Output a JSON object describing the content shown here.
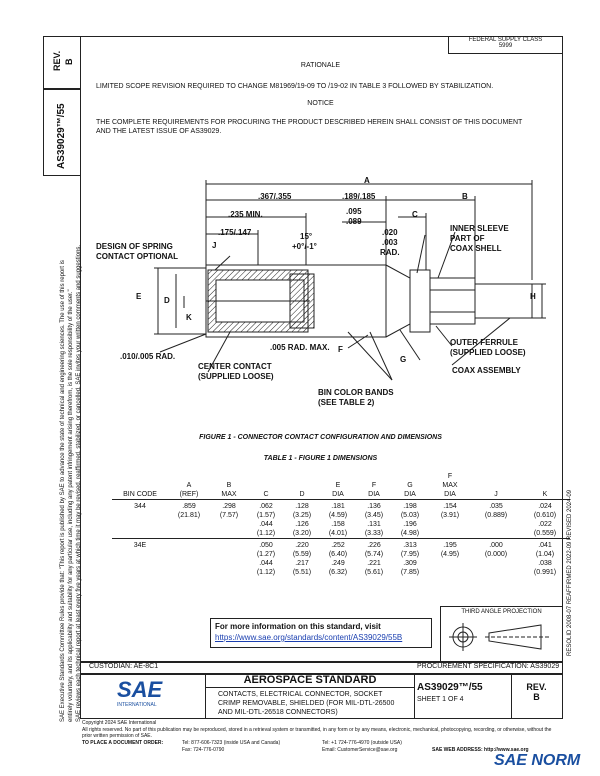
{
  "left_margin": {
    "line1": "SAE Executive Standards Committee Rules provide that: \"This report is published by SAE to advance the state of technical and engineering sciences. The use of this report is",
    "line2": "entirely voluntary, and its applicability and suitability for any particular use, including any patent infringement arising therefrom, is the sole responsibility of the user.\"",
    "line3": "SAE reviews each technical report at least every five years at which time it may be revised, reaffirmed, stabilized, or cancelled. SAE invites your written comments and suggestions."
  },
  "rev_box": {
    "label": "REV.",
    "value": "B"
  },
  "doc_id_vertical": "AS39029™/55",
  "federal_supply": {
    "line1": "FEDERAL SUPPLY CLASS",
    "line2": "5999"
  },
  "rationale": {
    "heading": "RATIONALE",
    "text": "LIMITED SCOPE REVISION REQUIRED TO CHANGE M81969/19-09 TO /19-02 IN TABLE 3 FOLLOWED BY STABILIZATION."
  },
  "notice": {
    "heading": "NOTICE",
    "text": "THE COMPLETE REQUIREMENTS FOR PROCURING THE PRODUCT DESCRIBED HEREIN SHALL CONSIST OF THIS DOCUMENT AND THE LATEST ISSUE OF AS39029."
  },
  "drawing": {
    "dim_A": "A",
    "dim_367": ".367/.355",
    "dim_189": ".189/.185",
    "dim_B": "B",
    "dim_235": ".235 MIN.",
    "dim_095": ".095",
    "dim_089": ".089",
    "dim_C": "C",
    "dim_175": ".175/.147",
    "dim_15": "15°",
    "dim_15tol": "+0°/-1°",
    "dim_J": "J",
    "dim_020": ".020",
    "dim_003": ".003",
    "dim_rad": "RAD.",
    "inner_sleeve_1": "INNER SLEEVE",
    "inner_sleeve_2": "PART OF",
    "inner_sleeve_3": "COAX SHELL",
    "spring_1": "DESIGN OF SPRING",
    "spring_2": "CONTACT OPTIONAL",
    "dim_E": "E",
    "dim_D": "D",
    "dim_K": "K",
    "dim_H": "H",
    "dim_005": ".005 RAD. MAX.",
    "dim_F": "F",
    "dim_G": "G",
    "dim_010": ".010/.005 RAD.",
    "center_1": "CENTER CONTACT",
    "center_2": "(SUPPLIED LOOSE)",
    "outer_1": "OUTER FERRULE",
    "outer_2": "(SUPPLIED LOOSE)",
    "coax": "COAX ASSEMBLY",
    "bands_1": "BIN COLOR BANDS",
    "bands_2": "(SEE TABLE 2)"
  },
  "figure_caption": "FIGURE 1 - CONNECTOR CONTACT CONFIGURATION AND DIMENSIONS",
  "table_title": "TABLE 1 - FIGURE 1 DIMENSIONS",
  "table": {
    "headers": [
      [
        "",
        "",
        "BIN CODE"
      ],
      [
        "",
        "A",
        "(REF)"
      ],
      [
        "",
        "B",
        "MAX"
      ],
      [
        "",
        "",
        "C"
      ],
      [
        "",
        "",
        "D"
      ],
      [
        "",
        "E",
        "DIA"
      ],
      [
        "",
        "F",
        "DIA"
      ],
      [
        "",
        "G",
        "DIA"
      ],
      [
        "F",
        "MAX",
        "DIA"
      ],
      [
        "",
        "",
        "J"
      ],
      [
        "",
        "",
        "K"
      ]
    ],
    "rows": [
      {
        "bin": "344",
        "A": ".859\n(21.81)",
        "B": ".298\n(7.57)",
        "C": ".062\n(1.57)\n.044\n(1.12)",
        "D": ".128\n(3.25)\n.126\n(3.20)",
        "E": ".181\n(4.59)\n.158\n(4.01)",
        "F": ".136\n(3.45)\n.131\n(3.33)",
        "G": ".198\n(5.03)\n.196\n(4.98)",
        "Fmax": ".154\n(3.91)",
        "J": ".035\n(0.889)",
        "K": ".024\n(0.610)\n.022\n(0.559)"
      },
      {
        "bin": "34E",
        "A": "",
        "B": "",
        "C": ".050\n(1.27)\n.044\n(1.12)",
        "D": ".220\n(5.59)\n.217\n(5.51)",
        "E": ".252\n(6.40)\n.249\n(6.32)",
        "F": ".226\n(5.74)\n.221\n(5.61)",
        "G": ".313\n(7.95)\n.309\n(7.85)",
        "Fmax": ".195\n(4.95)",
        "J": ".000\n(0.000)",
        "K": ".041\n(1.04)\n.038\n(0.991)"
      }
    ]
  },
  "info_box": {
    "text": "For more information on this standard, visit",
    "link": "https://www.sae.org/standards/content/AS39029/55B"
  },
  "third_angle": "THIRD ANGLE PROJECTION",
  "right_margin": "RESOLID 2008-07   REAFFIRMED 2022-09   REVISED 2024-09",
  "custodian": "CUSTODIAN: AE-8C1",
  "procurement": "PROCUREMENT SPECIFICATION: AS39029",
  "title_block": {
    "standard": "AEROSPACE STANDARD",
    "desc": "CONTACTS, ELECTRICAL CONNECTOR, SOCKET CRIMP REMOVABLE, SHIELDED (FOR MIL-DTL-26500 AND MIL-DTL-26518 CONNECTORS)",
    "doc_no": "AS39029™/55",
    "sheet": "SHEET 1 OF 4",
    "rev_label": "REV.",
    "rev_value": "B",
    "logo_text": "SAE",
    "logo_sub": "INTERNATIONAL"
  },
  "footer": {
    "copyright": "Copyright 2024 SAE International",
    "rights": "All rights reserved. No part of this publication may be reproduced, stored in a retrieval system or transmitted, in any form or by any means, electronic, mechanical, photocopying, recording, or otherwise, without the prior written permission of SAE.",
    "order_label": "TO PLACE A DOCUMENT ORDER:",
    "tel": "Tel: 877-606-7323 (inside USA and Canada)",
    "tel2": "Tel: +1 724-776-4970 (outside USA)",
    "fax": "Fax: 724-776-0790",
    "email": "Email: CustomerService@sae.org",
    "web": "SAE WEB ADDRESS: http://www.sae.org"
  },
  "watermark": "SAE NORM"
}
